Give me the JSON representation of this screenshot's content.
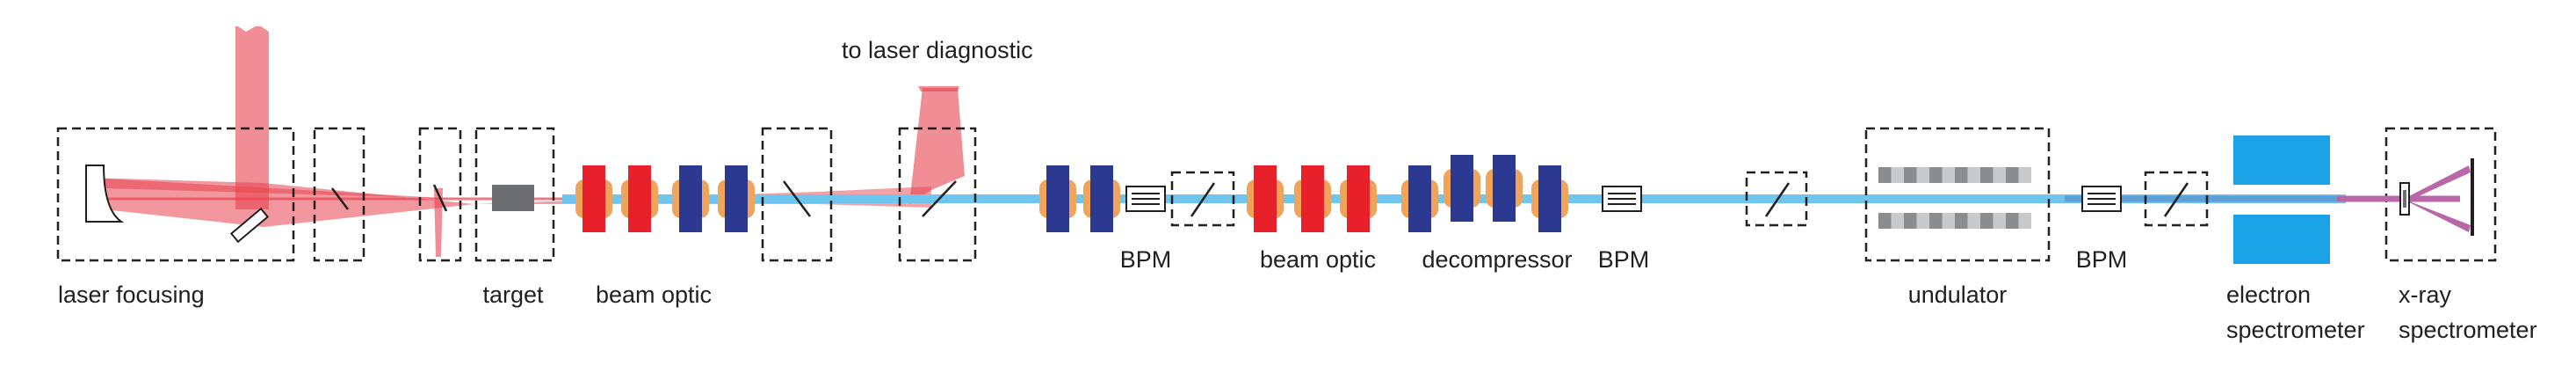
{
  "labels": {
    "laser_focusing": "laser focusing",
    "target": "target",
    "beam_optic_1": "beam optic",
    "to_laser_diagnostic": "to laser diagnostic",
    "bpm_1": "BPM",
    "beam_optic_2": "beam optic",
    "decompressor": "decompressor",
    "bpm_2": "BPM",
    "undulator": "undulator",
    "bpm_3": "BPM",
    "electron_spectrometer_line1": "electron",
    "electron_spectrometer_line2": "spectrometer",
    "xray_spectrometer_line1": "x-ray",
    "xray_spectrometer_line2": "spectrometer"
  },
  "colors": {
    "laser": "#e8424f",
    "electron_beam": "#6ec6ee",
    "quad_red": "#e8202a",
    "quad_blue": "#2b3990",
    "quad_orange": "#f0a35a",
    "dipole": "#1ba2e6",
    "xray": "#b867a8",
    "undulator_dark": "#8a8c8e",
    "undulator_light": "#c8c9cb",
    "target": "#6d6e71",
    "outline": "#231f20"
  }
}
